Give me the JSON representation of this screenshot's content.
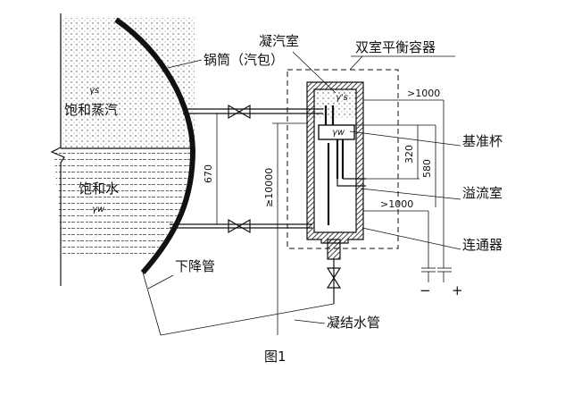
{
  "labels": {
    "drum": "锅筒（汽包）",
    "condense_chamber": "凝汽室",
    "dual_chamber_vessel": "双室平衡容器",
    "saturated_steam": "饱和蒸汽",
    "saturated_water": "饱和水",
    "reference_cup": "基准杯",
    "overflow_chamber": "溢流室",
    "connector": "连通器",
    "downcomer": "下降管",
    "condensate_pipe": "凝结水管",
    "figure_caption": "图1"
  },
  "symbols": {
    "gamma_s_drum": "γs",
    "gamma_w_drum": "γw",
    "gamma_s_vessel": "γ's",
    "gamma_w_vessel": "γw"
  },
  "dimensions": {
    "height_670": "670",
    "height_10000": "≥10000",
    "height_320": "320",
    "height_580": "580",
    "length_1000_top": ">1000",
    "length_1000_bottom": ">1000"
  },
  "signs": {
    "minus": "−",
    "plus": "+"
  }
}
